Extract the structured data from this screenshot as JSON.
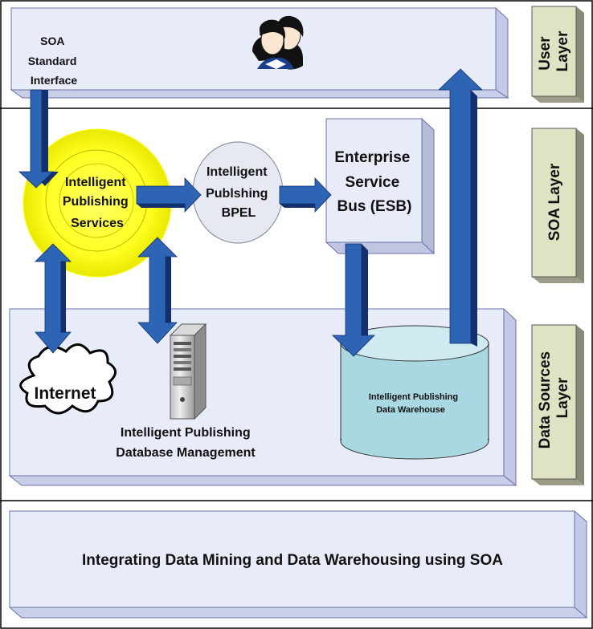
{
  "layers": {
    "user": [
      "User",
      "Layer"
    ],
    "soa": [
      "SOA Layer"
    ],
    "data_sources": [
      "Data Sources",
      "Layer"
    ]
  },
  "soa_interface": [
    "SOA",
    "Standard",
    "Interface"
  ],
  "services": [
    "Intelligent",
    "Publishing",
    "Services"
  ],
  "bpel": [
    "Intelligent",
    "Publshing",
    "BPEL"
  ],
  "esb": [
    "Enterprise",
    "Service",
    "Bus (ESB)"
  ],
  "internet": "Internet",
  "database_mgmt": [
    "Intelligent Publishing",
    "Database Management"
  ],
  "warehouse": [
    "Intelligent Publishing",
    "Data Warehouse"
  ],
  "footer_title": "Integrating Data Mining and Data Warehousing using SOA",
  "icons": {
    "users": "users-icon",
    "server": "server-icon",
    "cloud": "cloud-icon",
    "database": "database-icon"
  },
  "colors": {
    "panel_fill": "#e8ecf8",
    "panel_side": "#c3c9e6",
    "arrow": "#2e64b4",
    "arrow_dark": "#12306e",
    "services_fill": "#ffff33",
    "warehouse_fill": "#a9d8e2",
    "layer_tab": "#dfe3c4"
  }
}
